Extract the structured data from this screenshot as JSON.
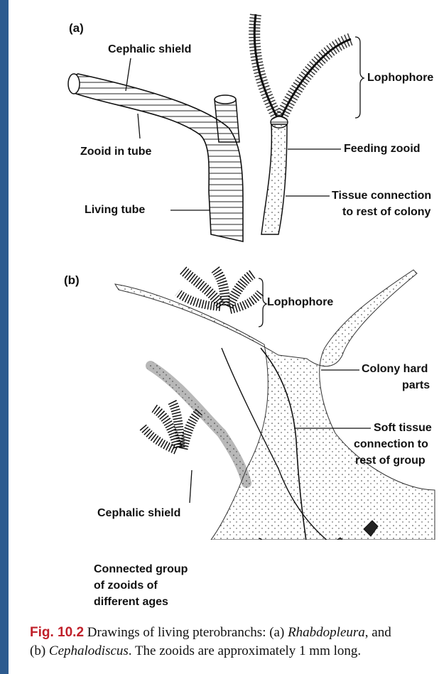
{
  "panel_a": {
    "letter": "(a)",
    "labels": {
      "cephalic_shield": "Cephalic shield",
      "zooid_in_tube": "Zooid in tube",
      "living_tube": "Living tube",
      "lophophore": "Lophophore",
      "feeding_zooid": "Feeding zooid",
      "tissue_connection_line1": "Tissue connection",
      "tissue_connection_line2": "to rest of colony"
    }
  },
  "panel_b": {
    "letter": "(b)",
    "labels": {
      "lophophore": "Lophophore",
      "colony_hard_parts_line1": "Colony hard",
      "colony_hard_parts_line2": "parts",
      "soft_tissue_line1": "Soft tissue",
      "soft_tissue_line2": "connection to",
      "soft_tissue_line3": "rest of group",
      "cephalic_shield": "Cephalic shield",
      "connected_group_line1": "Connected group",
      "connected_group_line2": "of zooids of",
      "connected_group_line3": "different ages"
    }
  },
  "caption": {
    "fig_number": "Fig. 10.2",
    "text_1": " Drawings of living pterobranchs: (a) ",
    "genus_a": "Rhabdopleura",
    "text_2": ", and",
    "text_3": "(b) ",
    "genus_b": "Cephalodiscus",
    "text_4": ". The zooids are approximately 1 mm long."
  },
  "colors": {
    "background_border": "#2d5b8f",
    "fig_number": "#c0202a"
  }
}
